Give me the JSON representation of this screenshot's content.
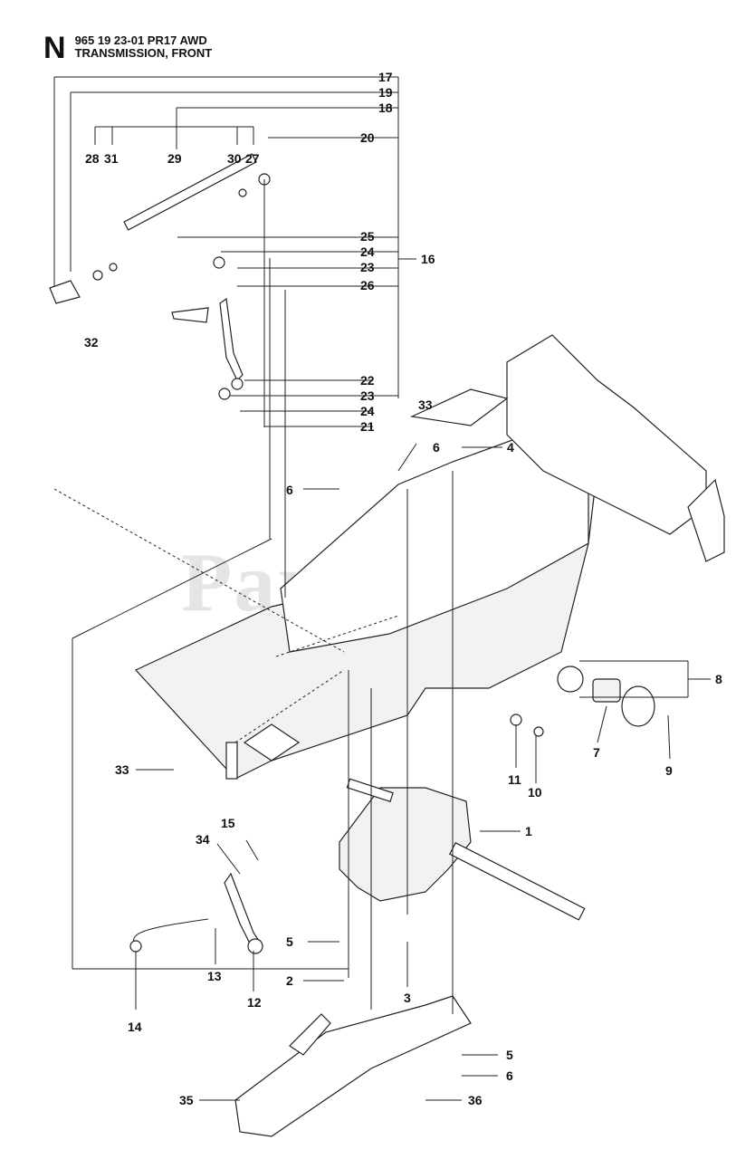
{
  "header": {
    "section_letter": "N",
    "part_number_line": "965 19 23-01 PR17 AWD",
    "subtitle": "TRANSMISSION, FRONT"
  },
  "watermark": {
    "text": "PartsTree",
    "tm": "™"
  },
  "callouts": [
    "17",
    "19",
    "18",
    "20",
    "28",
    "31",
    "29",
    "30",
    "27",
    "25",
    "24",
    "23",
    "16",
    "26",
    "32",
    "22",
    "23",
    "24",
    "21",
    "33",
    "6",
    "4",
    "6",
    "8",
    "7",
    "9",
    "11",
    "10",
    "33",
    "1",
    "15",
    "34",
    "5",
    "2",
    "3",
    "12",
    "13",
    "14",
    "5",
    "6",
    "35",
    "36"
  ]
}
